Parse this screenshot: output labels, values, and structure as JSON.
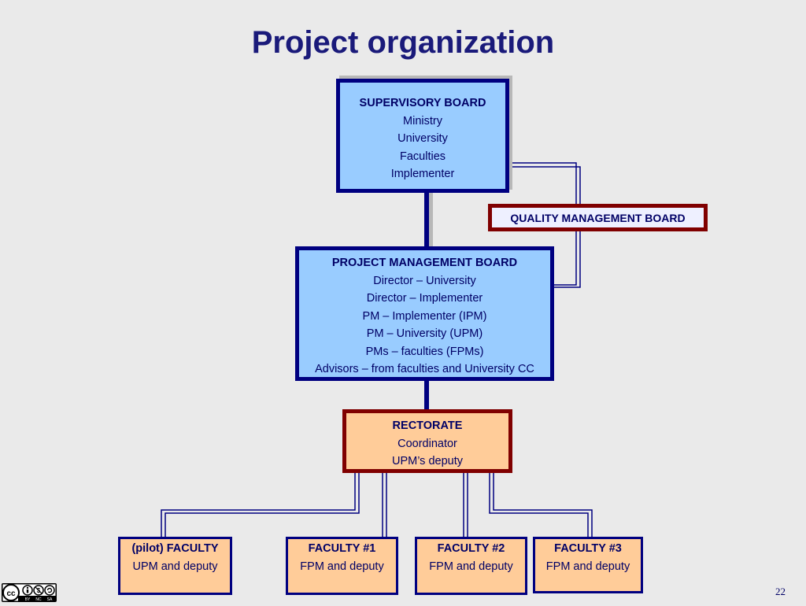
{
  "slide": {
    "title": "Project organization",
    "page_number": "22"
  },
  "supervisory_board": {
    "heading": "SUPERVISORY BOARD",
    "members": [
      "Ministry",
      "University",
      "Faculties",
      "Implementer"
    ]
  },
  "quality_management_board": {
    "heading": "QUALITY MANAGEMENT BOARD"
  },
  "project_management_board": {
    "heading": "PROJECT MANAGEMENT BOARD",
    "members": [
      "Director – University",
      "Director – Implementer",
      "PM – Implementer (IPM)",
      "PM – University (UPM)",
      "PMs – faculties (FPMs)",
      "Advisors – from faculties and University CC"
    ]
  },
  "rectorate": {
    "heading": "RECTORATE",
    "members": [
      "Coordinator",
      "UPM’s deputy"
    ]
  },
  "faculties": [
    {
      "heading": "(pilot) FACULTY",
      "detail": "UPM and deputy"
    },
    {
      "heading": "FACULTY #1",
      "detail": "FPM and deputy"
    },
    {
      "heading": "FACULTY #2",
      "detail": "FPM and deputy"
    },
    {
      "heading": "FACULTY #3",
      "detail": "FPM and deputy"
    }
  ],
  "license_badge": {
    "icons": [
      "cc-icon",
      "by-icon",
      "nc-icon",
      "sa-icon"
    ],
    "labels": [
      "BY",
      "NC",
      "SA"
    ]
  },
  "colors": {
    "title": "#1a1a7a",
    "board_fill": "#99ccff",
    "board_border": "#000080",
    "rectorate_fill": "#ffcc99",
    "rectorate_border": "#800000",
    "text": "#000066"
  }
}
